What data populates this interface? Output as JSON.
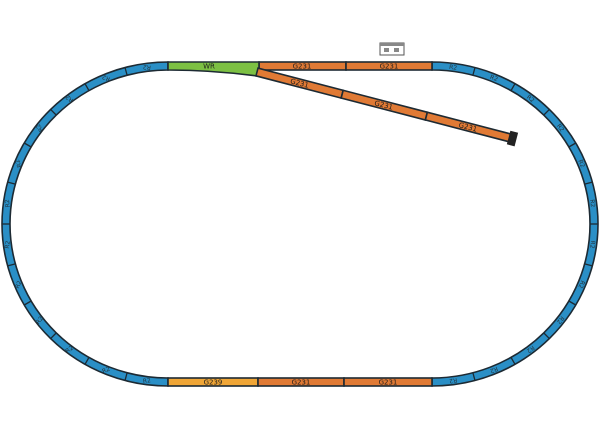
{
  "colors": {
    "curve": "#2a8fc6",
    "g231": "#e07a35",
    "g239": "#f0a637",
    "switch": "#7cc043",
    "outline": "#1d2a33",
    "bumper": "#222222"
  },
  "track": {
    "curve_label": "R2",
    "switch_label": "WR",
    "top_straight_labels": [
      "G231",
      "G231"
    ],
    "siding_labels": [
      "G231",
      "G231",
      "G231"
    ],
    "bottom_straight_labels": [
      "G239",
      "G231",
      "G231"
    ]
  },
  "icons": {
    "buffer_stop": "buffer-stop-icon",
    "station": "station-building-icon"
  }
}
